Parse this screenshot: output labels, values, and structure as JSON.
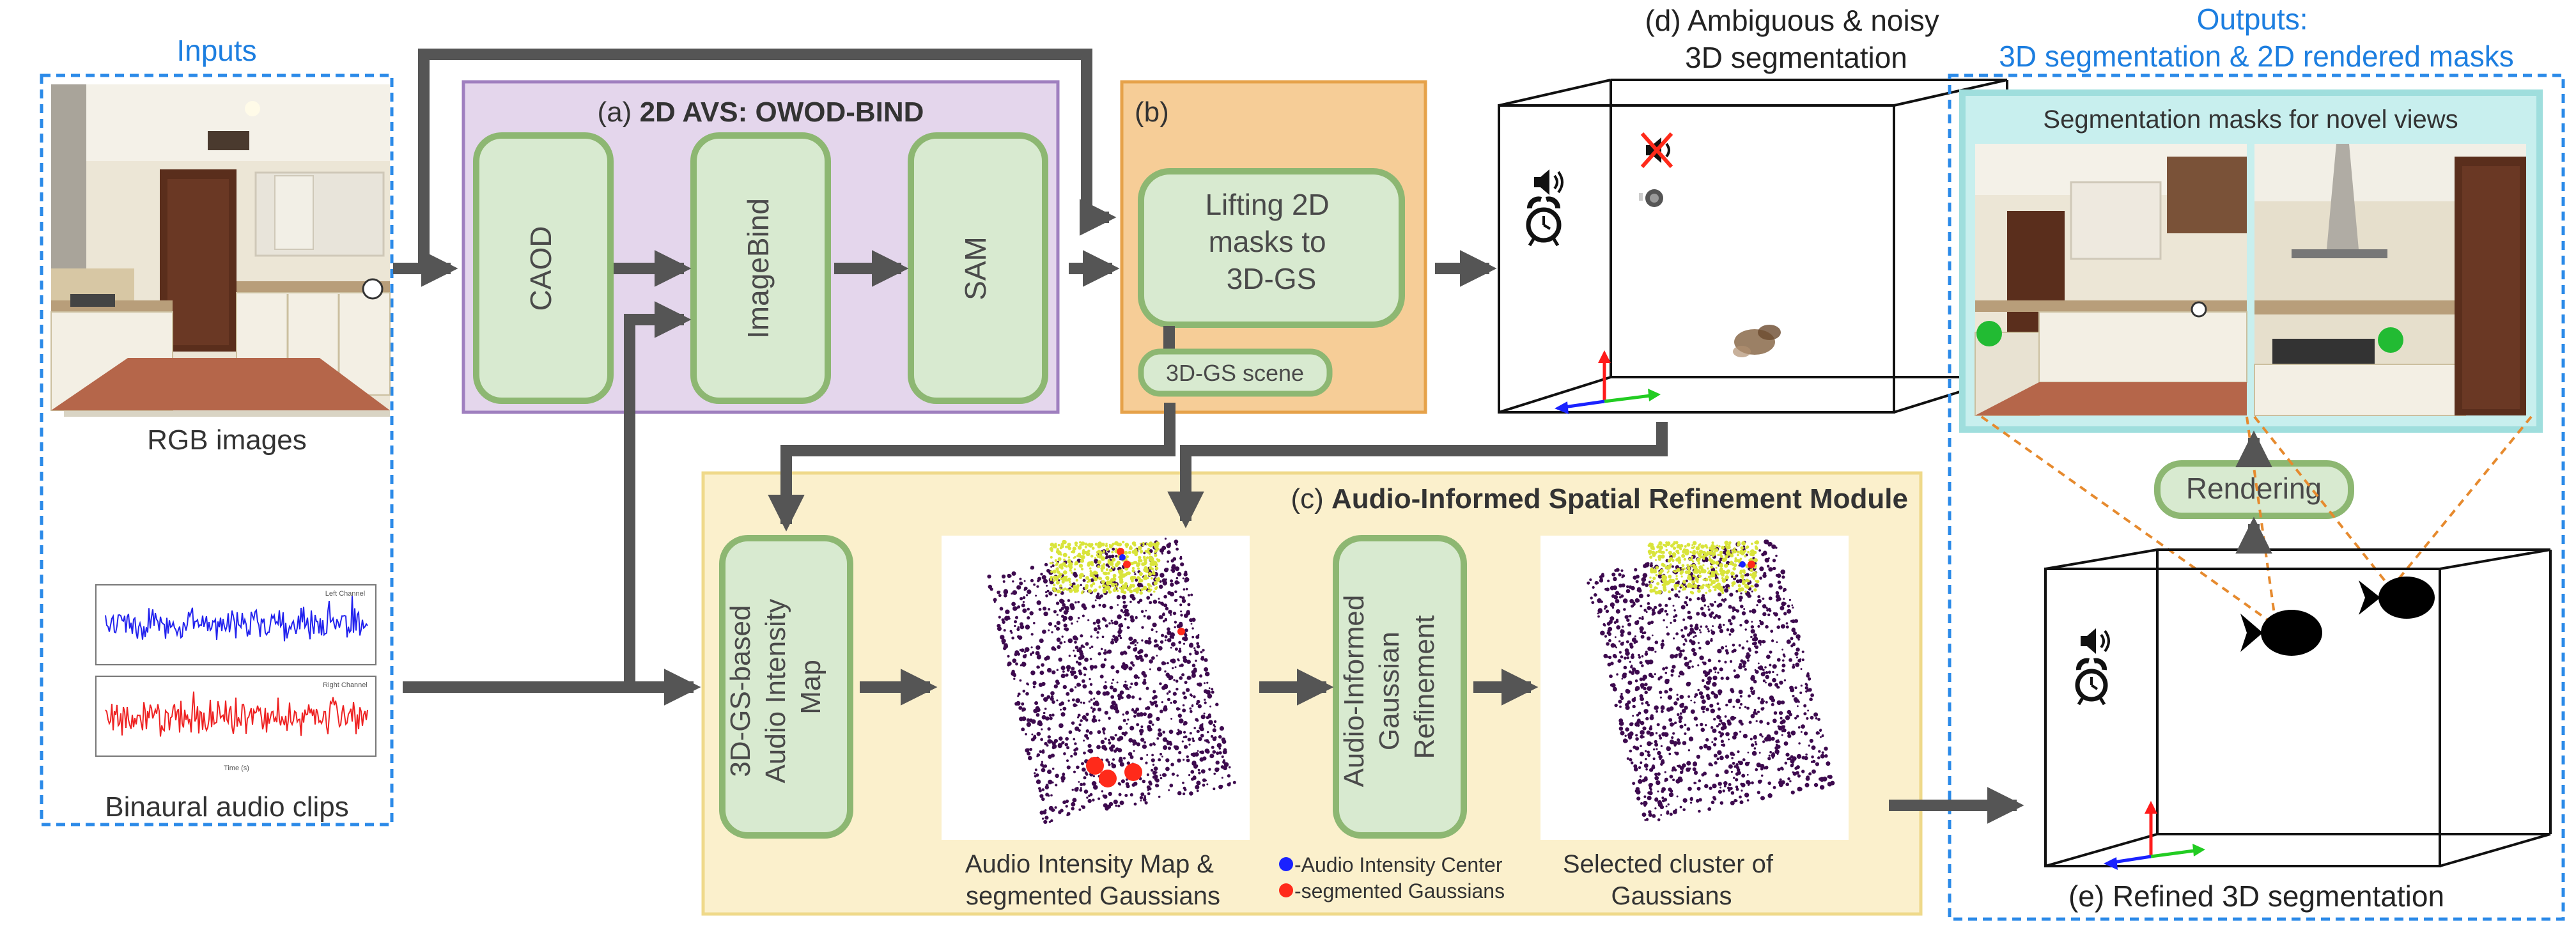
{
  "colors": {
    "accent_blue": "#2b8ae8",
    "purple_panel": "#e4d6ec",
    "purple_border": "#9f7fbf",
    "orange_panel": "#f6cd97",
    "orange_border": "#e6a24a",
    "yellow_panel": "#fbf0cc",
    "yellow_border": "#efd98a",
    "cyan_panel": "#c8efee",
    "green_box": "#d8ead0",
    "green_border": "#8db772",
    "arrow_gray": "#555555",
    "point_purple": "#3d0a4e",
    "point_yellow": "#d9e43b",
    "marker_red": "#ff2a1a",
    "marker_blue": "#1a22ff",
    "waveform_blue": "#2222ee",
    "waveform_red": "#ee2222"
  },
  "inputs": {
    "title": "Inputs",
    "rgb_caption": "RGB images",
    "audio_caption": "Binaural audio clips",
    "waveform_top_legend": "Left Channel",
    "waveform_bottom_legend": "Right Channel",
    "waveform_xlabel": "Time (s)"
  },
  "panel_a": {
    "title_prefix": "(a)",
    "title_bold": "2D AVS: OWOD-BIND",
    "boxes": [
      "CAOD",
      "ImageBind",
      "SAM"
    ]
  },
  "panel_b": {
    "title": "(b)",
    "box_lines": [
      "Lifting 2D",
      "masks to",
      "3D-GS"
    ],
    "scene_label": "3D-GS scene"
  },
  "panel_c": {
    "title_prefix": "(c)",
    "title_bold": "Audio-Informed Spatial Refinement Module",
    "intensity_box_lines": [
      "3D-GS-based",
      "Audio Intensity",
      "Map"
    ],
    "refine_box_lines": [
      "Audio-Informed",
      "Gaussian",
      "Refinement"
    ],
    "map_caption_lines": [
      "Audio Intensity Map &",
      "segmented Gaussians"
    ],
    "legend_blue": "-Audio Intensity Center",
    "legend_red": "-segmented Gaussians",
    "cluster_caption_lines": [
      "Selected cluster of",
      "Gaussians"
    ]
  },
  "panel_d": {
    "title_lines": [
      "(d) Ambiguous & noisy",
      "3D segmentation"
    ]
  },
  "outputs": {
    "title_lines": [
      "Outputs:",
      "3D segmentation & 2D rendered masks"
    ],
    "masks_title": "Segmentation masks for novel views",
    "rendering_label": "Rendering",
    "refined_caption": "(e) Refined 3D segmentation"
  },
  "icons": [
    "speaker-icon",
    "muted-speaker-icon",
    "alarm-clock-icon",
    "fish-silhouette-icon",
    "axes-gizmo-icon"
  ]
}
